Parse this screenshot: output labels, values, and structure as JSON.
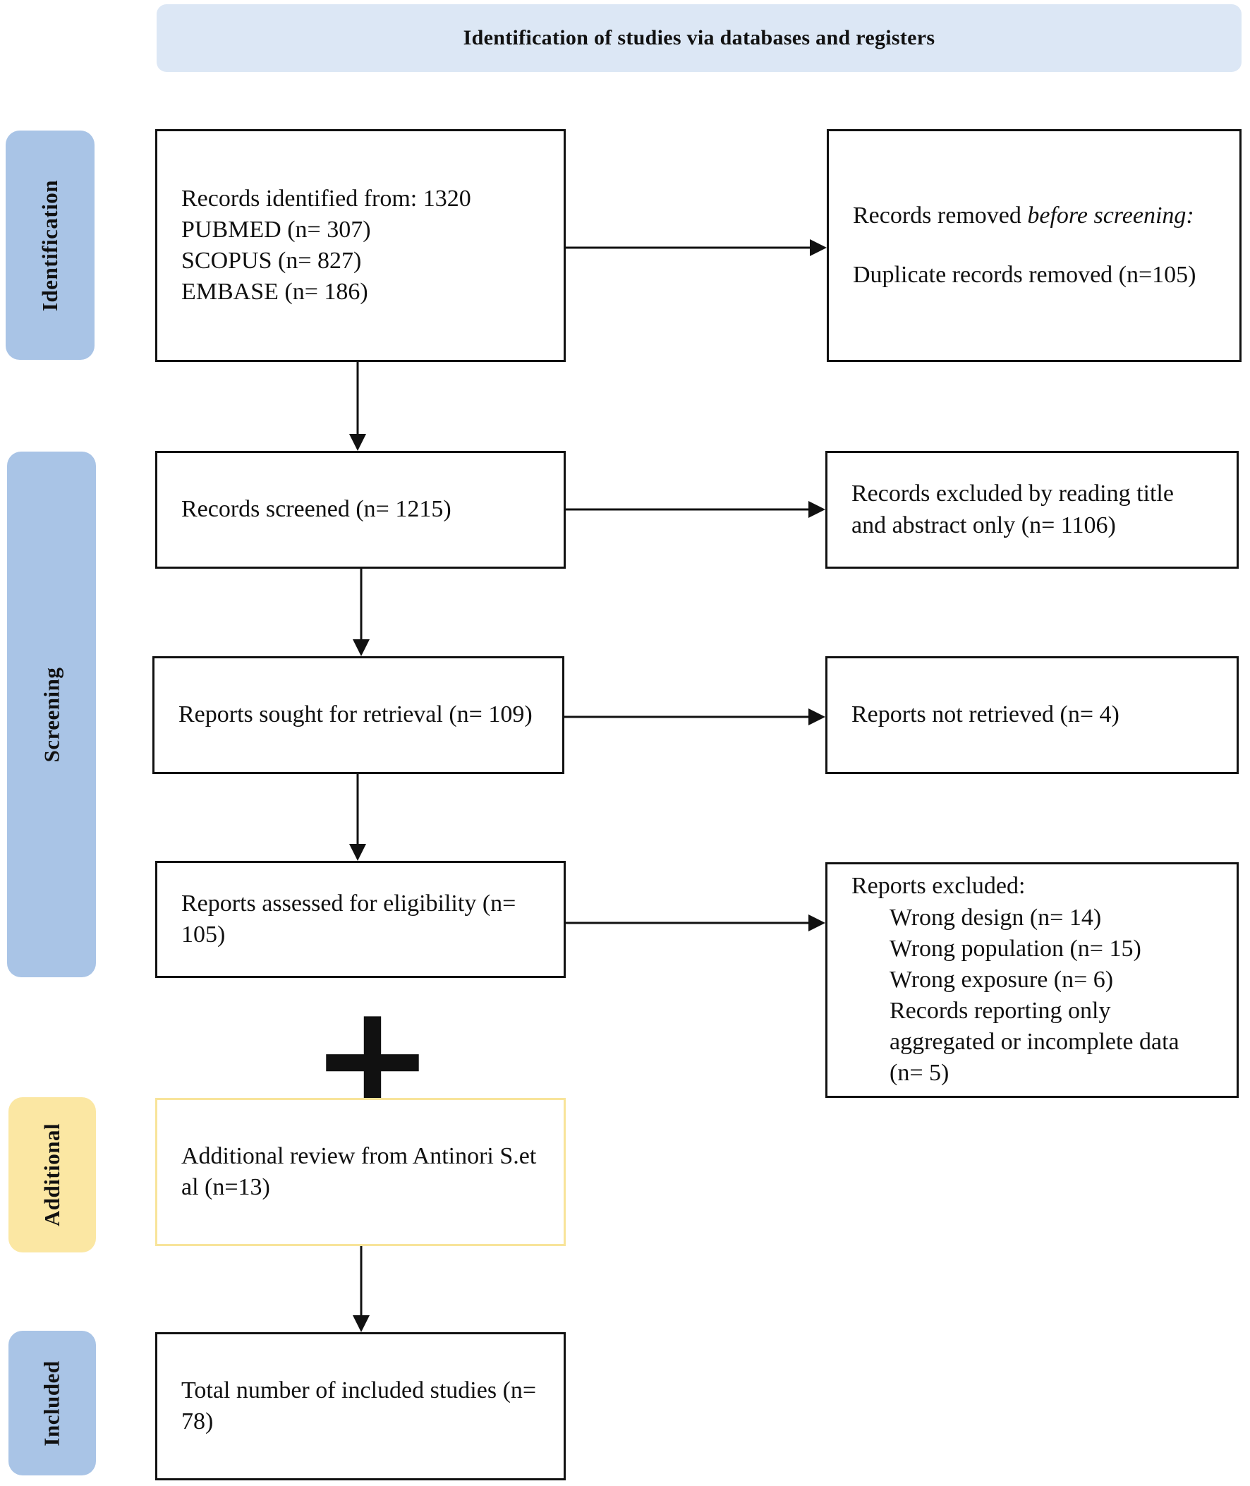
{
  "header": {
    "title": "Identification of studies via databases and registers"
  },
  "phases": {
    "identification": "Identification",
    "screening": "Screening",
    "additional": "Additional",
    "included": "Included"
  },
  "identified": {
    "line1": "Records identified from: 1320",
    "line2": "PUBMED (n= 307)",
    "line3": "SCOPUS (n= 827)",
    "line4": "EMBASE (n= 186)"
  },
  "removed": {
    "prefix": "Records removed ",
    "emph": "before screening:",
    "line2": "Duplicate records removed (n=105)"
  },
  "screened": {
    "text": "Records screened (n= 1215)"
  },
  "excluded_title": {
    "text": "Records excluded by reading title and abstract only (n= 1106)"
  },
  "sought": {
    "text": "Reports sought for retrieval (n= 109)"
  },
  "not_retrieved": {
    "text": "Reports not retrieved (n= 4)"
  },
  "assessed": {
    "text": "Reports assessed for eligibility (n= 105)"
  },
  "reports_excluded": {
    "title": "Reports excluded:",
    "items": [
      "Wrong design (n= 14)",
      "Wrong population (n= 15)",
      "Wrong exposure (n= 6)",
      "Records reporting only aggregated or incomplete data (n= 5)"
    ]
  },
  "plus_symbol": "+",
  "additional_review": {
    "text": "Additional review from Antinori S.et al (n=13)"
  },
  "included": {
    "text": "Total number of included studies (n= 78)"
  }
}
